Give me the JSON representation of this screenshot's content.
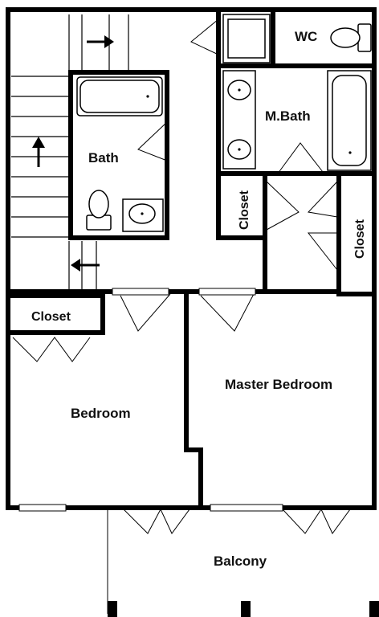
{
  "rooms": {
    "wc": "WC",
    "master_bath": "M.Bath",
    "bath": "Bath",
    "closet_hall": "Closet",
    "closet_master": "Closet",
    "closet_bedroom": "Closet",
    "master_bedroom": "Master Bedroom",
    "bedroom": "Bedroom",
    "balcony": "Balcony"
  }
}
